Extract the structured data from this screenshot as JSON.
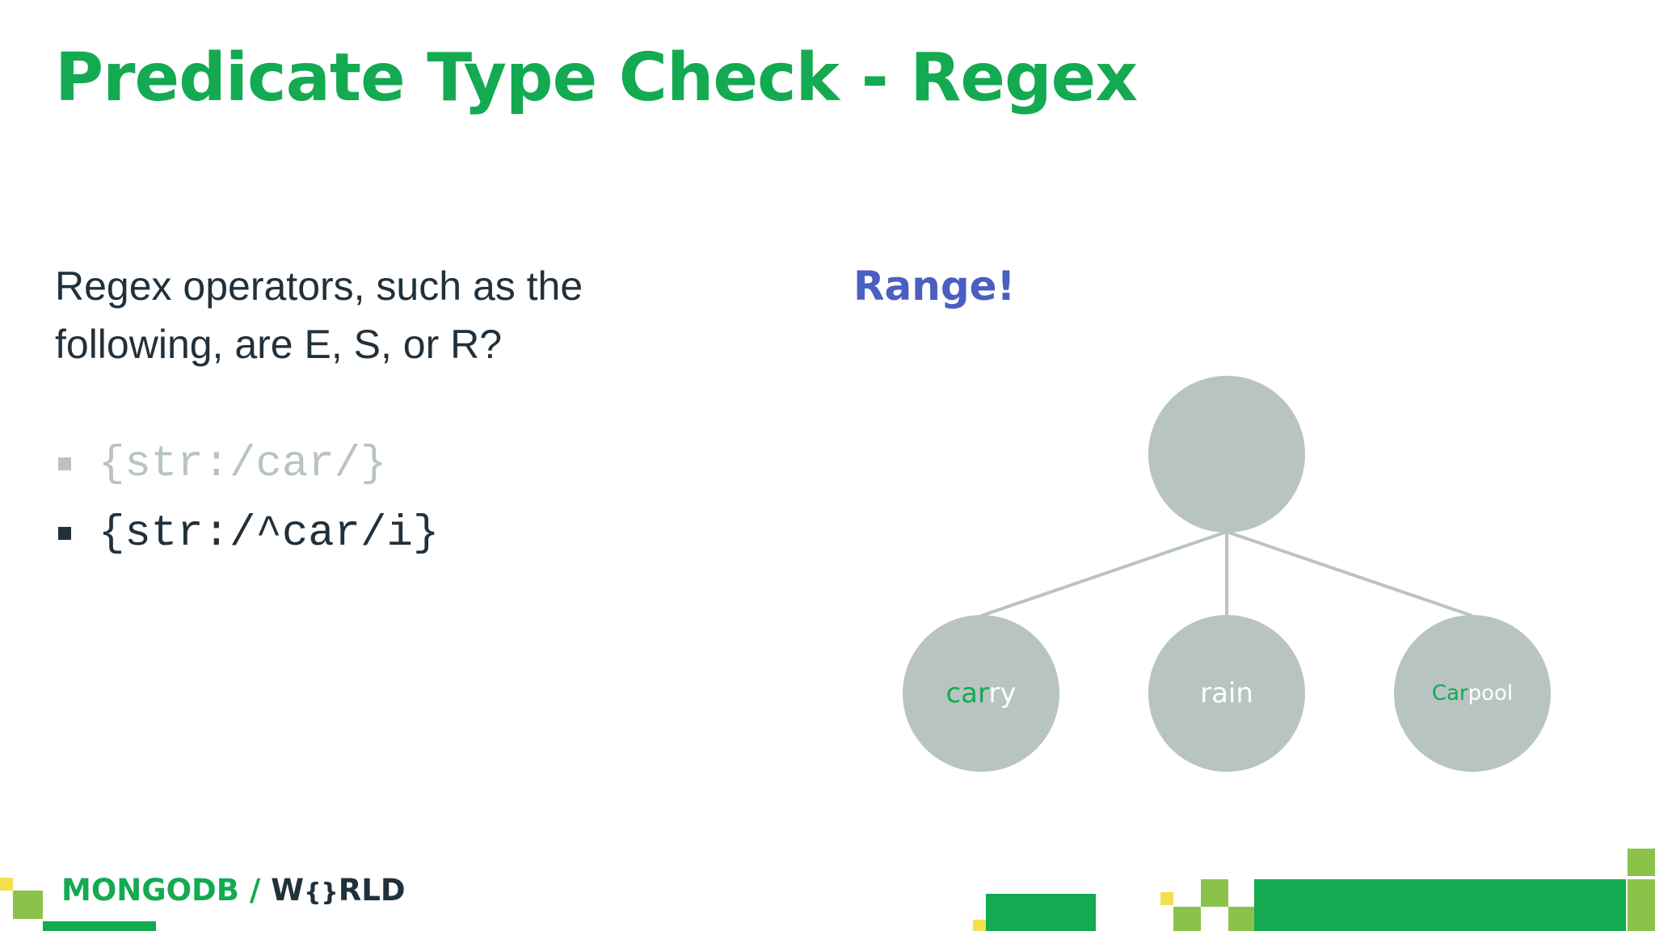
{
  "slide": {
    "title": "Predicate Type Check - Regex",
    "question": "Regex operators, such as the following, are E, S, or R?",
    "bullets": [
      {
        "text": "{str:/car/}",
        "state": "dimmed"
      },
      {
        "text": "{str:/^car/i}",
        "state": "active"
      }
    ],
    "answer": "Range!"
  },
  "tree": {
    "root": {
      "label": ""
    },
    "children": [
      {
        "match": "car",
        "rest": "ry"
      },
      {
        "match": "",
        "rest": "rain"
      },
      {
        "match": "Car",
        "rest": "pool"
      }
    ]
  },
  "footer": {
    "brand_left": "MONGODB",
    "separator": " / ",
    "brand_right_prefix": "W",
    "brand_right_mark": "{}",
    "brand_right_suffix": "RLD"
  },
  "colors": {
    "title_green": "#13aa52",
    "text_dark": "#21313c",
    "dimmed": "#b8c4c2",
    "answer_blue": "#4a5fc1",
    "node_fill": "#b8c4c2",
    "edge": "#b8c4c2",
    "label_white": "#ffffff",
    "deco_light_green": "#8bc34a",
    "deco_yellow": "#f4e04d"
  }
}
